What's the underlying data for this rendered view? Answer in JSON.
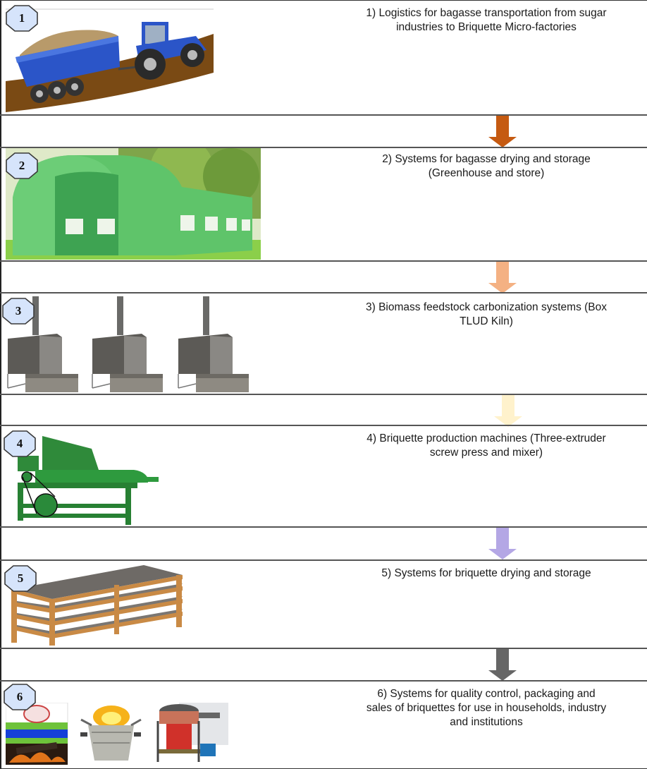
{
  "diagram": {
    "type": "vertical-process-flow",
    "steps": [
      {
        "number": "1",
        "label_line1": "1) Logistics for bagasse transportation from sugar",
        "label_line2": "industries to Briquette Micro-factories",
        "label_line3": "",
        "illustration": "tractor-with-bagasse-trailer"
      },
      {
        "number": "2",
        "label_line1": "2) Systems for bagasse drying and storage",
        "label_line2": "(Greenhouse and store)",
        "label_line3": "",
        "illustration": "greenhouse-tunnel"
      },
      {
        "number": "3",
        "label_line1": "3) Biomass feedstock carbonization systems (Box",
        "label_line2": "TLUD Kiln)",
        "label_line3": "",
        "illustration": "three-box-tlud-kilns"
      },
      {
        "number": "4",
        "label_line1": "4) Briquette production machines (Three-extruder",
        "label_line2": "screw press and mixer)",
        "label_line3": "",
        "illustration": "green-screw-press-machine"
      },
      {
        "number": "5",
        "label_line1": "5) Systems for  briquette drying  and storage",
        "label_line2": "",
        "label_line3": "",
        "illustration": "wooden-drying-racks"
      },
      {
        "number": "6",
        "label_line1": "6) Systems for quality control, packaging and",
        "label_line2": "sales of briquettes for use in households, industry",
        "label_line3": "and institutions",
        "illustration": "briquette-package-and-stoves"
      }
    ],
    "arrows": [
      {
        "from": "1",
        "to": "2",
        "color": "#c55a11"
      },
      {
        "from": "2",
        "to": "3",
        "color": "#f4b183"
      },
      {
        "from": "3",
        "to": "4",
        "color": "#fff2cc"
      },
      {
        "from": "4",
        "to": "5",
        "color": "#b4a7e5"
      },
      {
        "from": "5",
        "to": "6",
        "color": "#666666"
      }
    ],
    "badge_fill": "#d6e4fb",
    "badge_stroke": "#3a3a3a"
  }
}
